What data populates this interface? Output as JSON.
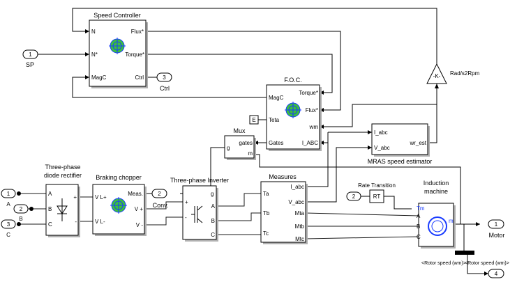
{
  "blocks": {
    "speed_controller": {
      "title": "Speed Controller",
      "in_n": "N",
      "in_nstar": "N*",
      "in_magc": "MagC",
      "out_flux": "Flux*",
      "out_torque": "Torque*",
      "out_ctrl": "Ctrl"
    },
    "foc": {
      "title": "F.O.C.",
      "in_magc": "MagC",
      "in_teta": "Teta",
      "in_gates": "Gates",
      "out_torque": "Torque*",
      "out_flux": "Flux*",
      "out_wm": "wm",
      "out_iabc": "I_ABC"
    },
    "mux": {
      "title": "Mux",
      "in_g": "g",
      "in_gates": "gates",
      "in_m": "m"
    },
    "mras": {
      "title": "MRAS speed estimator",
      "in_iabc": "I_abc",
      "in_vabc": "V_abc",
      "out_wr": "wr_est"
    },
    "gain": {
      "symbol": "-K-",
      "label": "Rad/s2Rpm"
    },
    "rectifier": {
      "title_line1": "Three-phase",
      "title_line2": "diode rectifier",
      "in_a": "A",
      "in_b": "B",
      "in_c": "C",
      "out_pos": "+",
      "out_neg": "-"
    },
    "chopper": {
      "title": "Braking chopper",
      "in_vlp": "V L+",
      "in_vlm": "V L-",
      "out_meas": "Meas.",
      "out_vp": "V +",
      "out_vm": "V -"
    },
    "inverter": {
      "title": "Three-phase Inverter",
      "in_g": "g",
      "in_pos": "+",
      "in_neg": "-",
      "out_a": "A",
      "out_b": "B",
      "out_c": "C"
    },
    "measures": {
      "title": "Measures",
      "in_ta": "Ta",
      "in_tb": "Tb",
      "in_tc": "Tc",
      "out_iabc": "I_abc",
      "out_vabc": "V_abc",
      "out_mta": "Mta",
      "out_mtb": "Mtb",
      "out_mtc": "Mtc"
    },
    "rate_transition": {
      "title": "Rate Transition",
      "symbol": "RT"
    },
    "machine": {
      "title_line1": "Induction",
      "title_line2": "machine",
      "in_tm": "Tm",
      "in_a": "A",
      "in_b": "B",
      "in_c": "C",
      "out_m": "m"
    },
    "goto_e": {
      "symbol": "E"
    },
    "bus_select_left": "<Rotor speed (wm)>",
    "bus_select_right": "<Rotor speed (wm)>"
  },
  "ports": {
    "sp": {
      "num": "1",
      "label": "SP"
    },
    "ctrl": {
      "num": "3",
      "label": "Ctrl"
    },
    "conv": {
      "num": "2",
      "label": "Conv."
    },
    "rt_in": {
      "num": "2"
    },
    "motor": {
      "num": "1",
      "label": "Motor"
    },
    "out4": {
      "num": "4"
    },
    "in_a": {
      "num": "1",
      "label": "A"
    },
    "in_b": {
      "num": "2",
      "label": "B"
    },
    "in_c": {
      "num": "3",
      "label": "C"
    }
  }
}
